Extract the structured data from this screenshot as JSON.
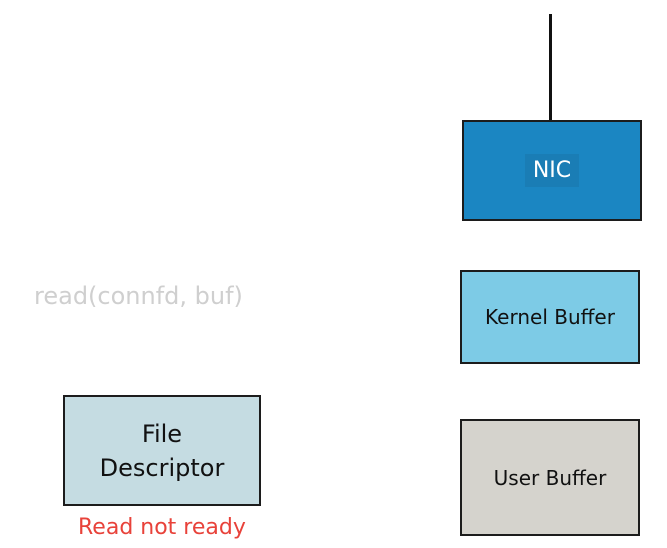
{
  "diagram": {
    "nic": {
      "label": "NIC",
      "color": "#1b86c2"
    },
    "kernel_buffer": {
      "label": "Kernel Buffer",
      "color": "#7dcbe6"
    },
    "user_buffer": {
      "label": "User Buffer",
      "color": "#d5d3cd"
    },
    "file_descriptor": {
      "line1": "File",
      "line2": "Descriptor",
      "color": "#c5dce2"
    },
    "syscall": {
      "text": "read(connfd, buf)",
      "color": "#cfcfcf"
    },
    "status": {
      "text": "Read not ready",
      "color": "#e8423a"
    }
  }
}
